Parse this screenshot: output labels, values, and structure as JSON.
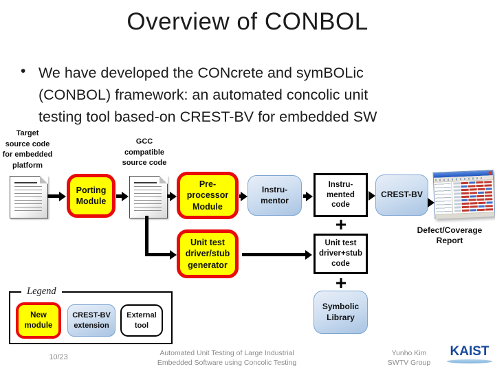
{
  "slide": {
    "title": "Overview of CONBOL",
    "bullet_marker": "•",
    "bullet_text": "We have developed the CONcrete and symBOLic\n(CONBOL) framework: an automated concolic unit\ntesting tool based-on CREST-BV for embedded SW"
  },
  "diagram": {
    "target_source_label": "Target\nsource code\nfor embedded\nplatform",
    "gcc_source_label": "GCC\ncompatible\nsource code",
    "porting_module": "Porting\nModule",
    "preprocessor_module": "Pre-\nprocessor\nModule",
    "instrumentor": "Instru-\nmentor",
    "instrumented_code": "Instru-\nmented\ncode",
    "crest_bv": "CREST-BV",
    "plus": "+",
    "unit_test_generator": "Unit test\ndriver/stub\ngenerator",
    "unit_test_code": "Unit test\ndriver+stub\ncode",
    "symbolic_library": "Symbolic\nLibrary",
    "defect_report_label": "Defect/Coverage\nReport"
  },
  "legend": {
    "title": "Legend",
    "new_module": "New\nmodule",
    "crest_bv_extension": "CREST-BV\nextension",
    "external_tool": "External\ntool"
  },
  "footer": {
    "page_number": "10/23",
    "center_text": "Automated Unit Testing of Large Industrial\nEmbedded Software using Concolic Testing",
    "author_text": "Yunho Kim\nSWTV Group",
    "logo_text": "KAIST"
  },
  "colors": {
    "module_fill": "#ffff00",
    "module_border": "#ea0a0a",
    "blue_fill": "#cfdff1",
    "blue_border": "#7ea6d3",
    "box_border": "#000000",
    "footer_text": "#8a8a8a",
    "kaist_blue": "#17489b"
  }
}
